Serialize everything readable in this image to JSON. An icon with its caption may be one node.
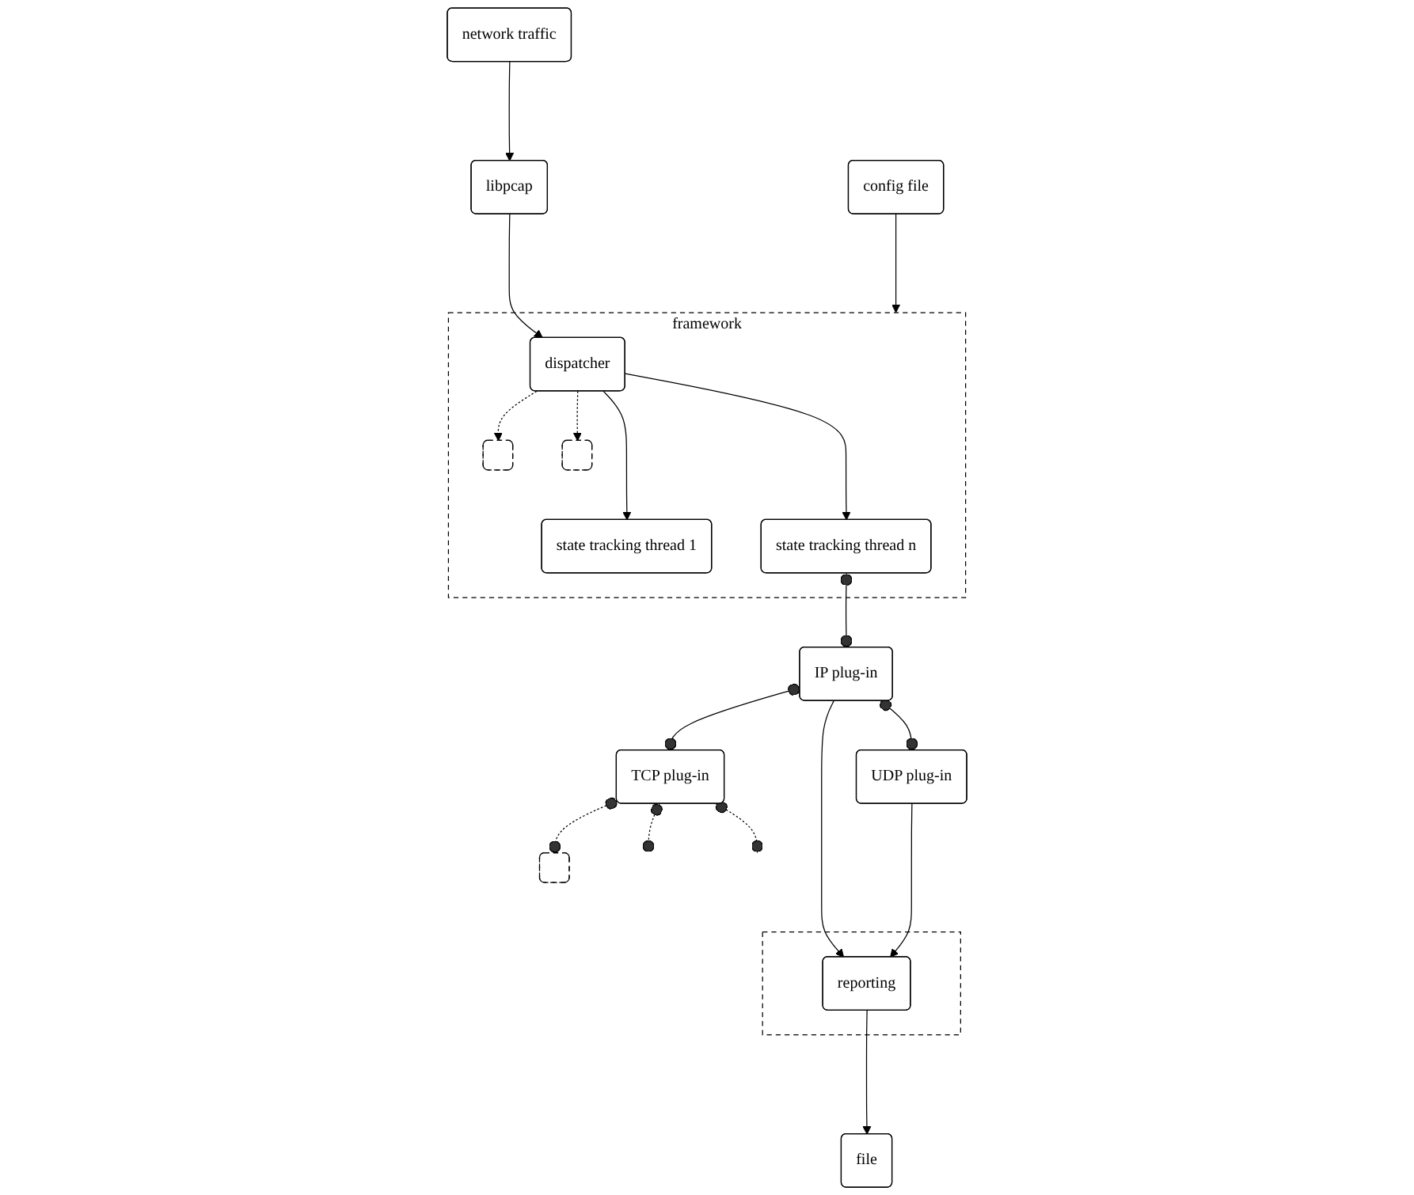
{
  "diagram": {
    "nodes": [
      {
        "text": [
          "network traffic"
        ]
      },
      {
        "text": [
          "libpcap"
        ]
      },
      {
        "text": [
          "config file"
        ]
      },
      {
        "text": [
          "framework"
        ]
      },
      {
        "text": [
          "dispatcher"
        ],
        "in": 3
      },
      {
        "text": [
          "state tracking thread 1"
        ],
        "in": 3
      },
      {
        "text": [],
        "shape": "box",
        "in": 3
      },
      {
        "text": [],
        "shape": "box",
        "in": 3
      },
      {
        "text": [
          "state tracking thread n"
        ],
        "in": 3
      },
      {
        "text": [],
        "shape": "box"
      },
      {
        "text": [
          "reporting"
        ],
        "in": 9
      },
      {
        "text": [
          "file"
        ]
      },
      {
        "text": [
          "IP plug-in"
        ]
      },
      {
        "text": [
          "TCP plug-in"
        ]
      },
      {
        "text": [
          "UDP plug-in"
        ]
      },
      {
        "text": [],
        "shape": "box"
      }
    ],
    "edges": [
      {
        "from": 0,
        "to": 1,
        "arrow": "to"
      },
      {
        "from": 1,
        "to": 4,
        "arrow": "to"
      },
      {
        "from": 2,
        "to": 3,
        "arrow": "to"
      },
      {
        "from": 4,
        "to": 5,
        "arrow": "to"
      },
      {
        "from": 4,
        "to": 6,
        "arrow": "to",
        "style": "dashed"
      },
      {
        "from": 4,
        "to": 7,
        "arrow": "to",
        "style": "dashed"
      },
      {
        "from": 4,
        "to": 8,
        "arrow": "to"
      },
      {
        "from": 10,
        "to": 11,
        "arrow": "to"
      },
      {
        "from": 8,
        "to": 12,
        "arrow": "other"
      },
      {
        "from": 12,
        "to": 10,
        "arrow": "to"
      },
      {
        "from": 12,
        "to": 13,
        "arrow": "other"
      },
      {
        "from": 12,
        "to": 14,
        "arrow": "other"
      },
      {
        "from": 14,
        "to": 10,
        "arrow": "to"
      },
      {
        "from": 13,
        "to": null,
        "arrow": "other",
        "style": "dashed"
      },
      {
        "from": 13,
        "to": null,
        "arrow": "other",
        "style": "dashed"
      },
      {
        "from": 13,
        "to": 15,
        "arrow": "other",
        "style": "dashed"
      }
    ]
  }
}
